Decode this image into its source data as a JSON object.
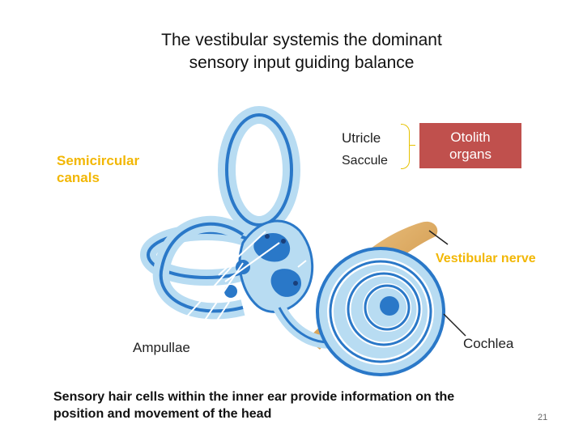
{
  "slide": {
    "title_line1": "The vestibular systemis the dominant",
    "title_line2": "sensory input guiding balance",
    "footer_line1": "Sensory hair cells within the inner ear provide information on the",
    "footer_line2": "position and movement of the head",
    "page_number": "21"
  },
  "labels": {
    "semicircular_line1": "Semicircular",
    "semicircular_line2": "canals",
    "utricle": "Utricle",
    "saccule": "Saccule",
    "otolith_line1": "Otolith",
    "otolith_line2": "organs",
    "vestibular_nerve": "Vestibular nerve",
    "cochlea": "Cochlea",
    "ampullae": "Ampullae"
  },
  "colors": {
    "label_yellow": "#f2b705",
    "otolith_box": "#c0504d",
    "labyrinth_blue": "#2a78c8",
    "labyrinth_light": "#b8dcf2",
    "nerve_tan": "#d9a65a"
  }
}
